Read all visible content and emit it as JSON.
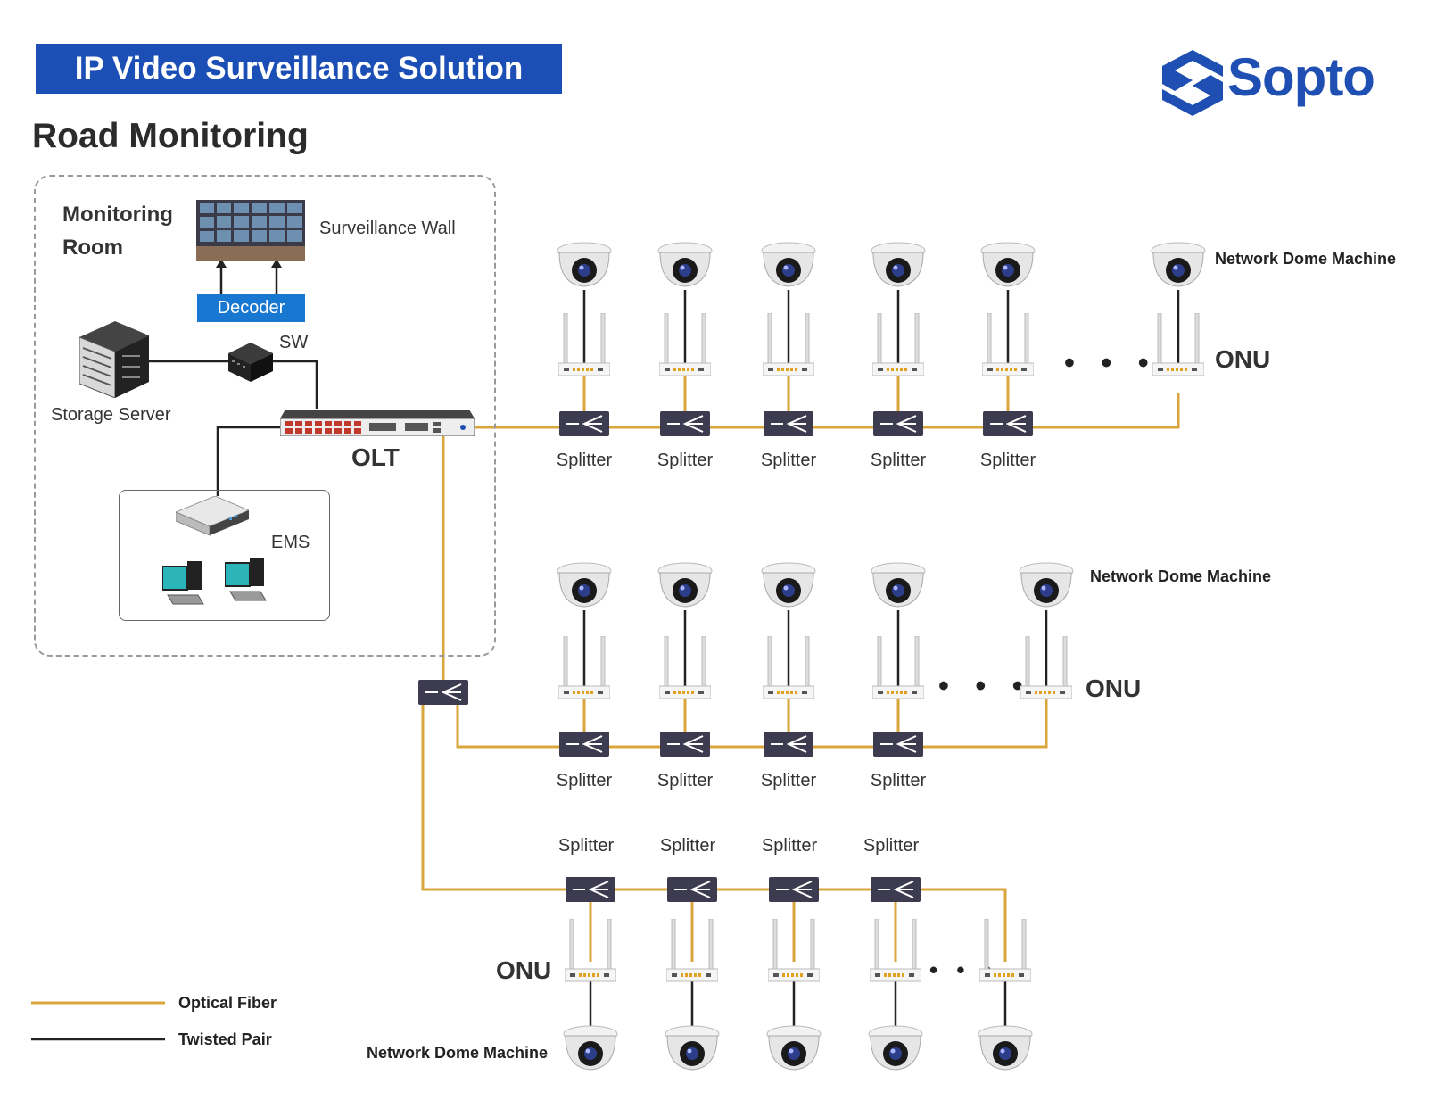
{
  "header": {
    "title": "IP Video Surveillance Solution",
    "subtitle": "Road Monitoring",
    "brand": "Sopto"
  },
  "room": {
    "title_line1": "Monitoring",
    "title_line2": "Room",
    "surveillance_wall": "Surveillance Wall",
    "decoder": "Decoder",
    "switch": "SW",
    "storage": "Storage Server",
    "olt": "OLT",
    "ems": "EMS"
  },
  "labels": {
    "splitter": "Splitter",
    "onu": "ONU",
    "dome": "Network Dome Machine",
    "dots": "• • •",
    "dots_small": "• • •"
  },
  "legend": {
    "fiber": "Optical Fiber",
    "twisted": "Twisted Pair"
  },
  "colors": {
    "fiber": "#d9a63c",
    "twisted": "#222222",
    "brand": "#1f4fb2",
    "title_bg": "#1c4fb6",
    "decoder_bg": "#1877d0"
  }
}
